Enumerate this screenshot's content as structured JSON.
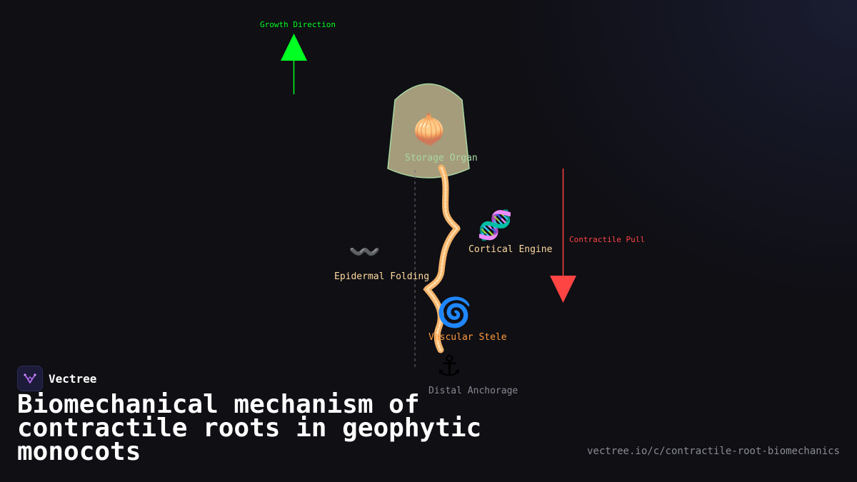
{
  "brand": {
    "name": "Vectree"
  },
  "title": "Biomechanical mechanism of contractile roots in geophytic monocots",
  "url": "vectree.io/c/contractile-root-biomechanics",
  "diagram": {
    "growth_direction": {
      "label": "Growth Direction",
      "color": "#00ff22"
    },
    "contractile_pull": {
      "label": "Contractile Pull",
      "color": "#ff4444"
    },
    "storage_organ": {
      "label": "Storage Organ",
      "icon": "onion-icon",
      "glyph": "🧅",
      "color": "#a8d8a0"
    },
    "cortical_engine": {
      "label": "Cortical Engine",
      "icon": "dna-icon",
      "glyph": "🧬",
      "color": "#ffd9a0"
    },
    "epidermal_folding": {
      "label": "Epidermal Folding",
      "icon": "wavy-dash-icon",
      "glyph": "〰️",
      "color": "#ffd9a0"
    },
    "vascular_stele": {
      "label": "Vascular Stele",
      "icon": "cyclone-icon",
      "glyph": "🌀",
      "color": "#ff9a3c"
    },
    "distal_anchorage": {
      "label": "Distal Anchorage",
      "icon": "anchor-icon",
      "glyph": "⚓",
      "color": "#8a8a94"
    }
  }
}
